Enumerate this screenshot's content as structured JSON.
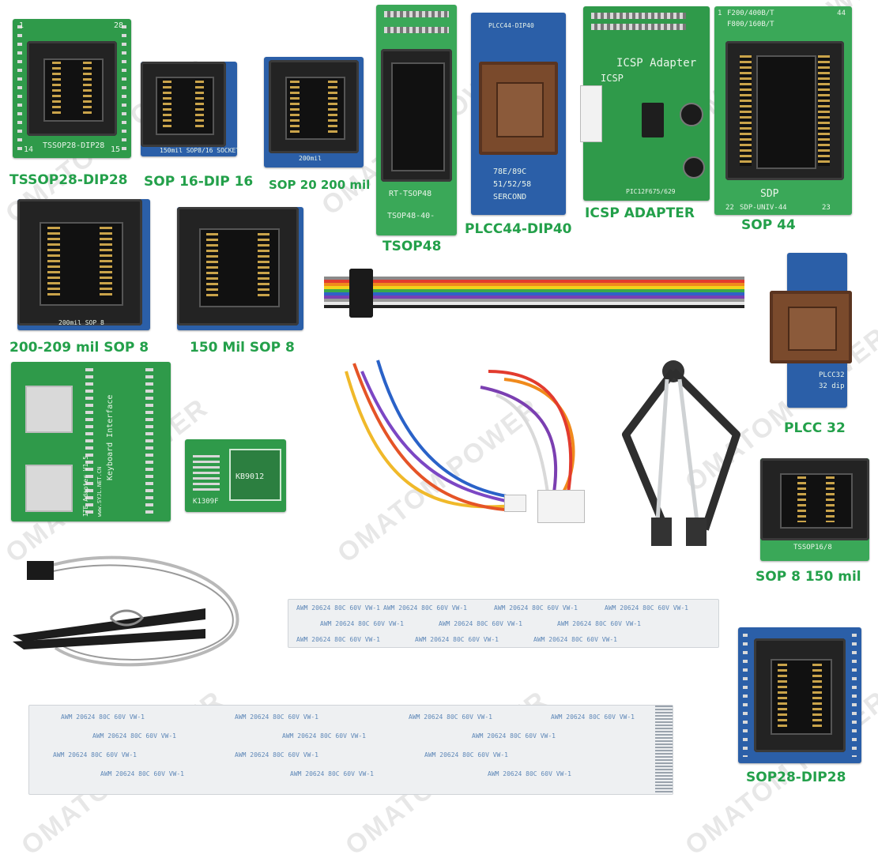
{
  "labels": {
    "tssop28": "TSSOP28-DIP28",
    "sop16": "SOP 16-DIP 16",
    "sop20": "SOP 20 200 mil",
    "tsop48": "TSOP48",
    "plcc44": "PLCC44-DIP40",
    "icsp": "ICSP ADAPTER",
    "sop44": "SOP 44",
    "sop8_200": "200-209 mil SOP 8",
    "sop8_150": "150 Mil SOP 8",
    "plcc32": "PLCC 32",
    "sop8_150b": "SOP 8 150 mil",
    "sop28": "SOP28-DIP28"
  },
  "silkscreen": {
    "tssop28_board": "TSSOP28-DIP28",
    "tssop28_pin1": "1",
    "tssop28_pin28": "28",
    "tssop28_pin14": "14",
    "tssop28_pin15": "15",
    "sop16_board": "150mil SOP8/16 SOCKET",
    "sop20_board": "200mil",
    "tsop48_a": "RT-TSOP48",
    "tsop48_b": "TSOP48-40-",
    "plcc44_top": "PLCC44-DIP40",
    "plcc44_b": "78E/89C",
    "plcc44_c": "51/52/58",
    "plcc44_d": "SERCOND",
    "icsp_title": "ICSP Adapter",
    "icsp_small": "ICSP",
    "icsp_bottom": "PIC12F675/629",
    "sop44_top1": "F200/400B/T",
    "sop44_top2": "F800/160B/T",
    "sop44_bottom": "SDP-UNIV-44",
    "sop44_sdp": "SDP",
    "sop44_pin1": "1",
    "sop44_pin44": "44",
    "sop44_pin22": "22",
    "sop44_pin23": "23",
    "sop8_200_board": "200mil SOP 8",
    "keyboard": "Keyboard Interface",
    "ite_adapter": "ITE Adapter V1.5",
    "ite_site": "www.SYJL.NET.CN",
    "kb_chip": "KB9012",
    "kb_ref": "K1309F",
    "plcc32_board": "PLCC32",
    "plcc32_dip": "32 dip",
    "sop8_150b_board": "TSSOP16/8"
  },
  "watermark": "OMATOM POWER",
  "fpc_text": "AWM 20624 80C 60V VW-1",
  "colors": {
    "label_green": "#23a04a",
    "pcb_green": "#2f9a4a",
    "pcb_blue": "#2b5fa8",
    "socket_black": "#232323",
    "plcc_brown": "#7a4a2c"
  }
}
